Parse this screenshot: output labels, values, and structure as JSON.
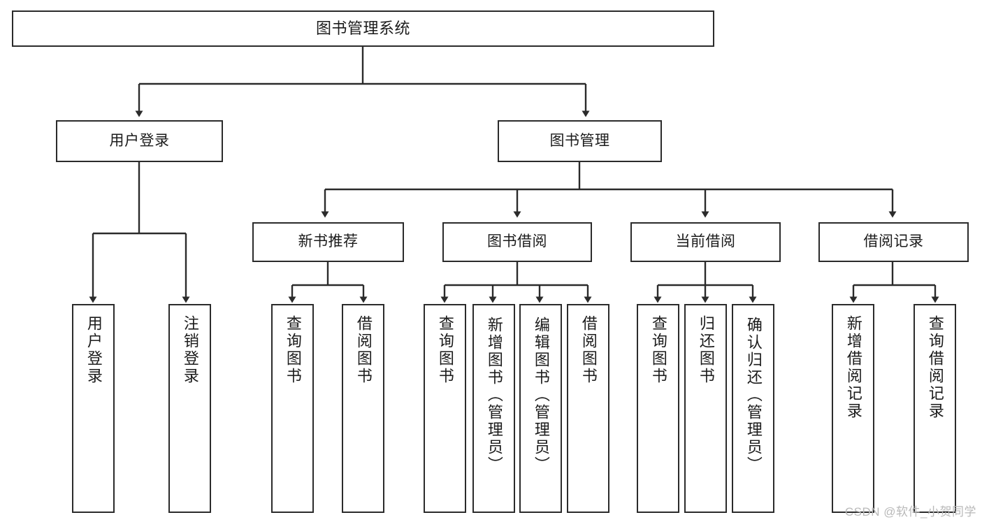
{
  "diagram": {
    "title": "图书管理系统",
    "type": "tree-hierarchy",
    "watermark": "CSDN @软件_小贺同学",
    "colors": {
      "box_border": "#2b2b2b",
      "box_fill": "#ffffff",
      "connector": "#2b2b2b",
      "text": "#1b1b1b",
      "watermark": "#b9b9b9"
    },
    "root": {
      "label": "图书管理系统"
    },
    "level2": [
      {
        "label": "用户登录"
      },
      {
        "label": "图书管理"
      }
    ],
    "level3": [
      {
        "label": "新书推荐"
      },
      {
        "label": "图书借阅"
      },
      {
        "label": "当前借阅"
      },
      {
        "label": "借阅记录"
      }
    ],
    "leaves": {
      "user_login": [
        {
          "label": "用户登录"
        },
        {
          "label": "注销登录"
        }
      ],
      "new_book_recommend": [
        {
          "label": "查询图书"
        },
        {
          "label": "借阅图书"
        }
      ],
      "book_borrow": [
        {
          "label": "查询图书"
        },
        {
          "label": "新增图书（管理员）"
        },
        {
          "label": "编辑图书（管理员）"
        },
        {
          "label": "借阅图书"
        }
      ],
      "current_borrow": [
        {
          "label": "查询图书"
        },
        {
          "label": "归还图书"
        },
        {
          "label": "确认归还（管理员）"
        }
      ],
      "borrow_record": [
        {
          "label": "新增借阅记录"
        },
        {
          "label": "查询借阅记录"
        }
      ]
    }
  }
}
